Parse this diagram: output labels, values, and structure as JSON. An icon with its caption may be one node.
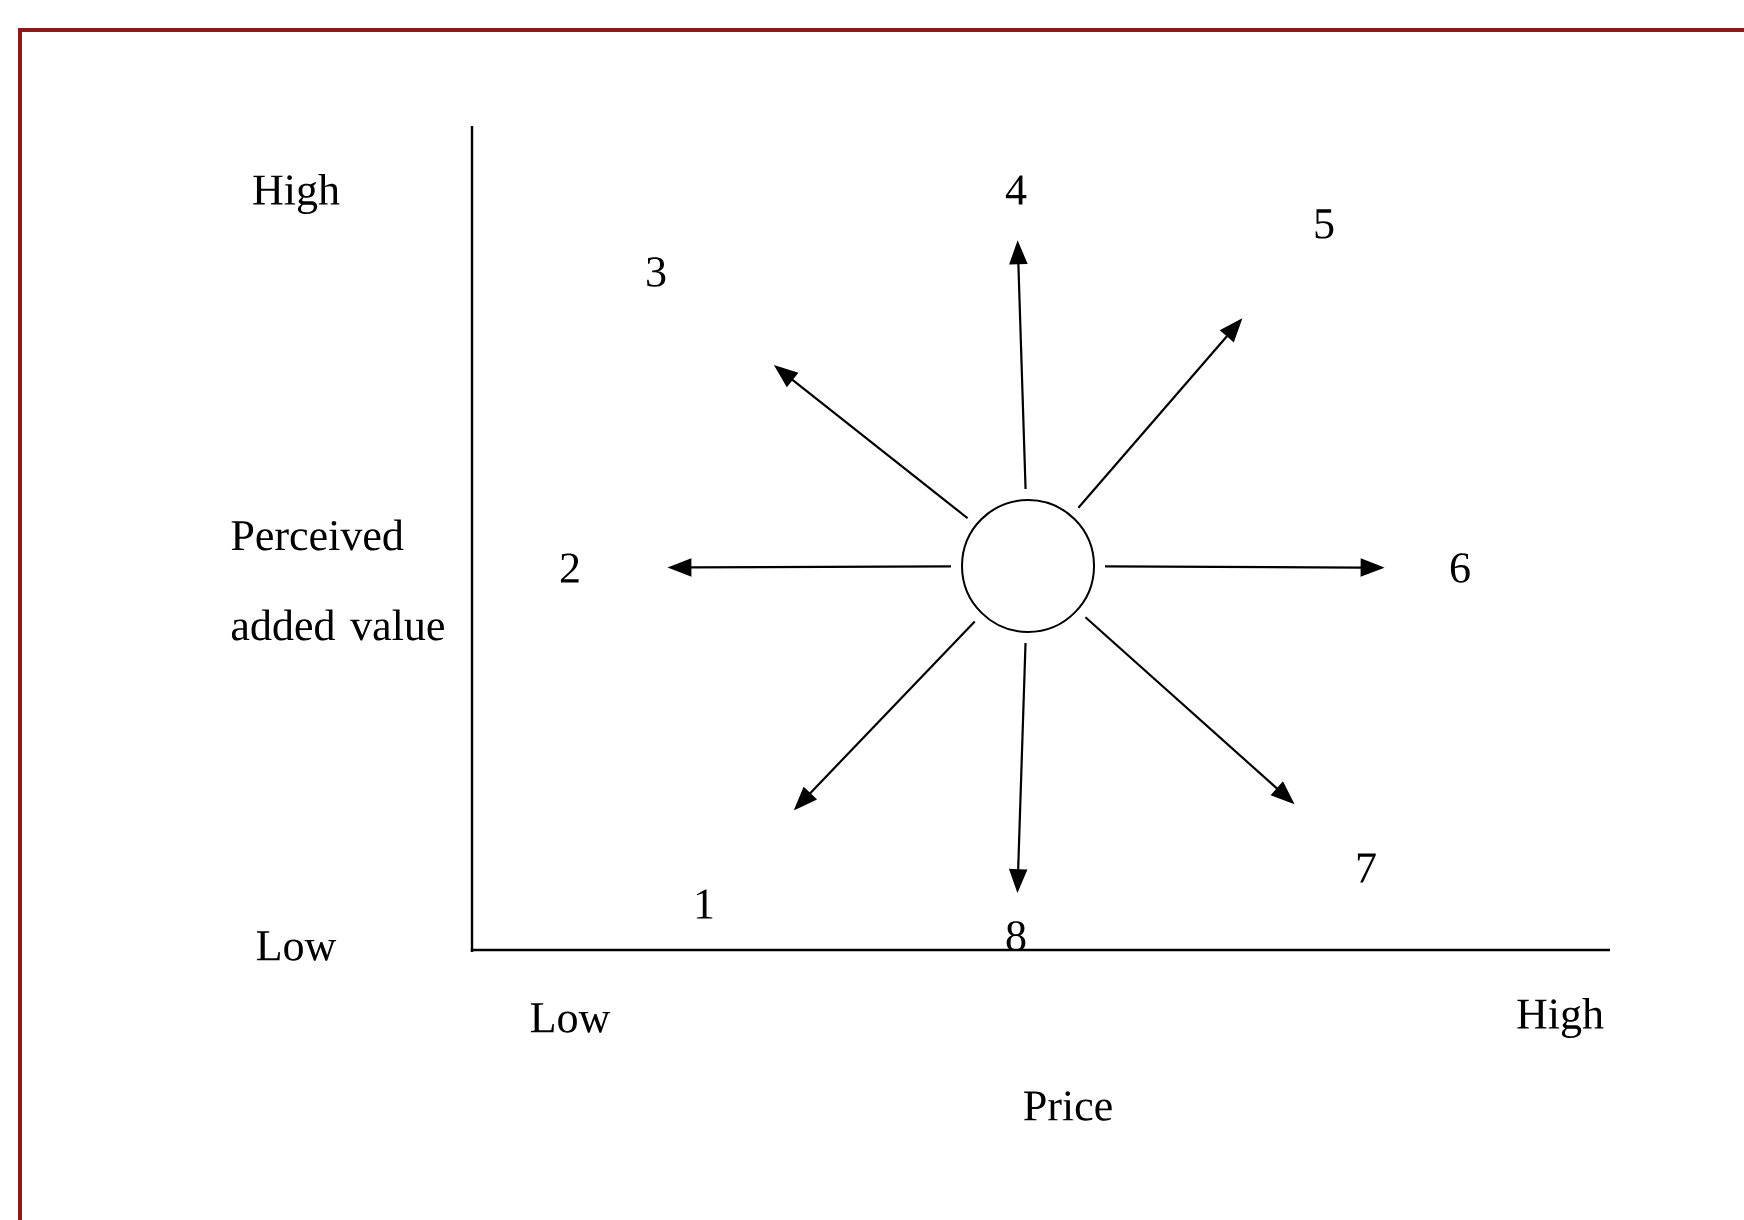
{
  "diagram": {
    "nodes": [
      {
        "text": [],
        "shape": "circle"
      },
      {
        "text": [
          "1"
        ]
      },
      {
        "text": [
          "2"
        ]
      },
      {
        "text": [
          "3"
        ]
      },
      {
        "text": [
          "4"
        ]
      },
      {
        "text": [
          "5"
        ]
      },
      {
        "text": [
          "6"
        ]
      },
      {
        "text": [
          "7"
        ]
      },
      {
        "text": [
          "8"
        ]
      }
    ],
    "edges": [
      {
        "from": 0,
        "to": 1,
        "arrow": "to"
      },
      {
        "from": 0,
        "to": 2,
        "arrow": "to"
      },
      {
        "from": 0,
        "to": 3,
        "arrow": "to"
      },
      {
        "from": 0,
        "to": 4,
        "arrow": "to"
      },
      {
        "from": 0,
        "to": 5,
        "arrow": "to"
      },
      {
        "from": 0,
        "to": 6,
        "arrow": "to"
      },
      {
        "from": 0,
        "to": 7,
        "arrow": "to"
      },
      {
        "from": 0,
        "to": 8,
        "arrow": "to"
      }
    ],
    "labels": [
      "High",
      "Perceived added value",
      "Low",
      "Low",
      "Price",
      "High"
    ]
  }
}
